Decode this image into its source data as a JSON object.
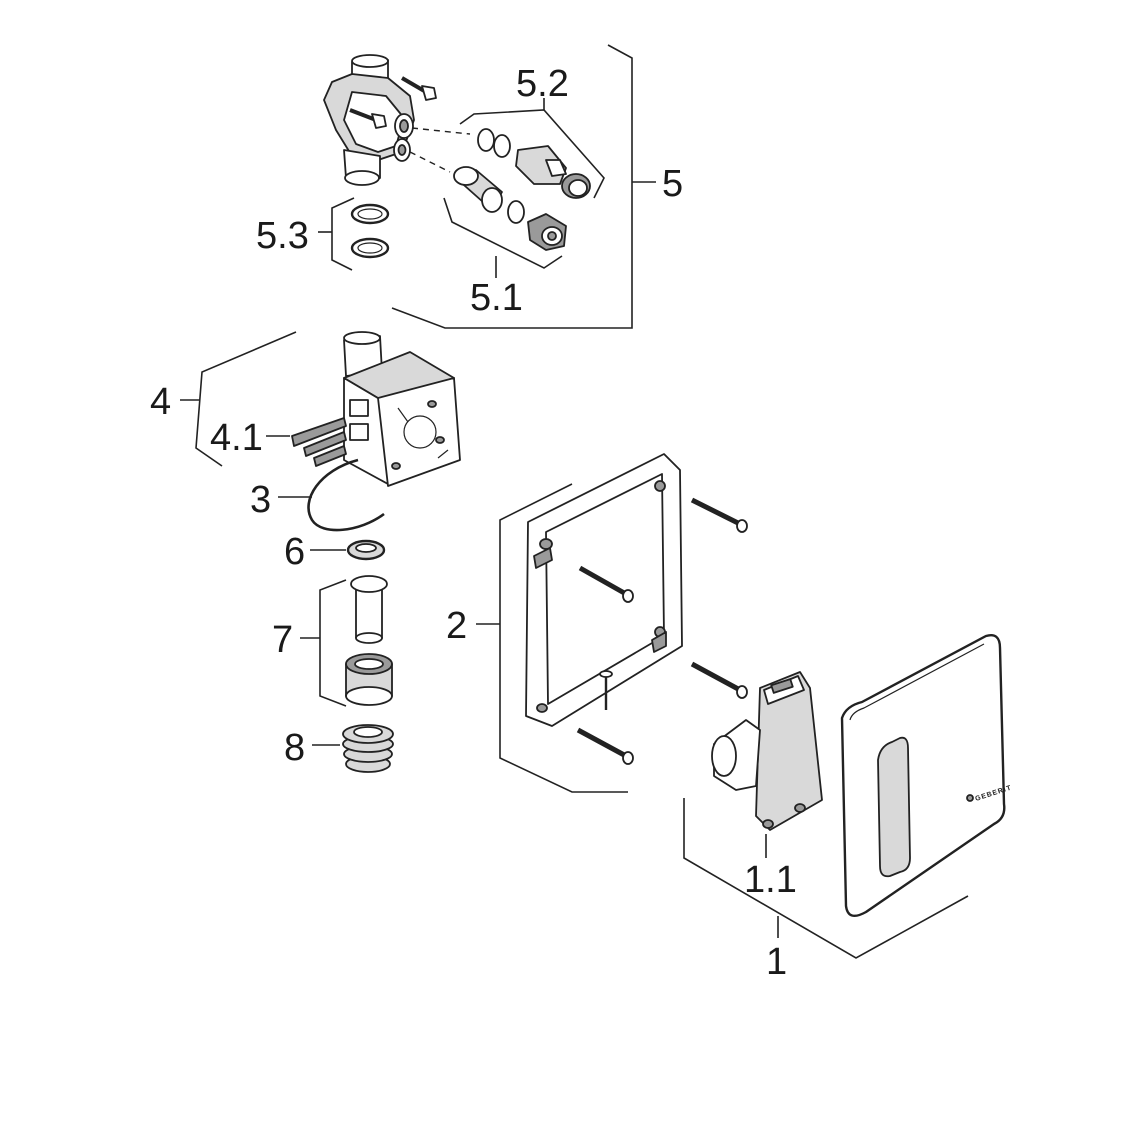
{
  "labels": {
    "l5": "5",
    "l5_1": "5.1",
    "l5_2": "5.2",
    "l5_3": "5.3",
    "l4": "4",
    "l4_1": "4.1",
    "l3": "3",
    "l6": "6",
    "l7": "7",
    "l8": "8",
    "l2": "2",
    "l1": "1",
    "l1_1": "1.1"
  },
  "brand_logo": "GEBERIT"
}
